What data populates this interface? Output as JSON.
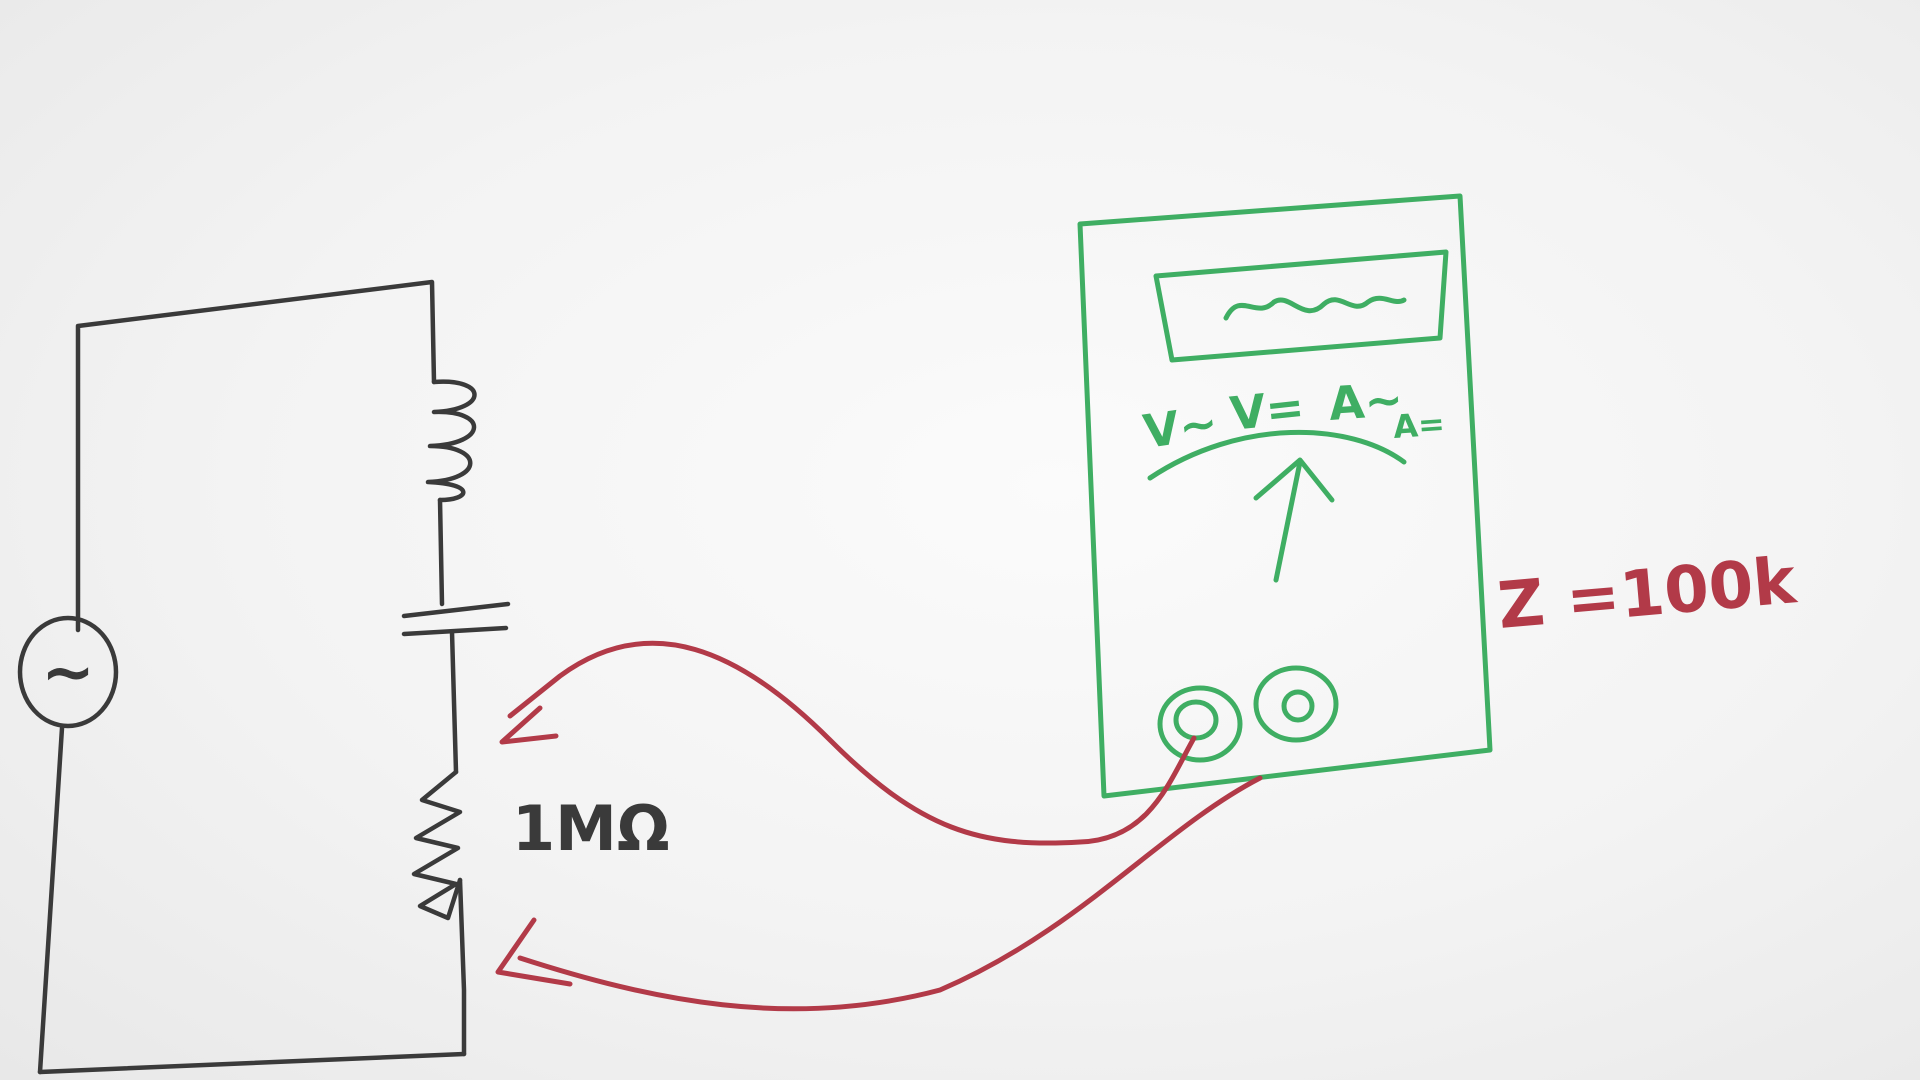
{
  "circuit": {
    "source_symbol": "~",
    "resistor_label": "1MΩ"
  },
  "meter": {
    "dial_labels": [
      "V~",
      "V=",
      "A~",
      "A="
    ],
    "impedance_label": "Z =100k"
  },
  "colors": {
    "circuit_ink": "#3a3a3a",
    "meter_ink": "#3fae63",
    "probe_ink": "#b23a48",
    "paper": "#f4f4f4"
  }
}
